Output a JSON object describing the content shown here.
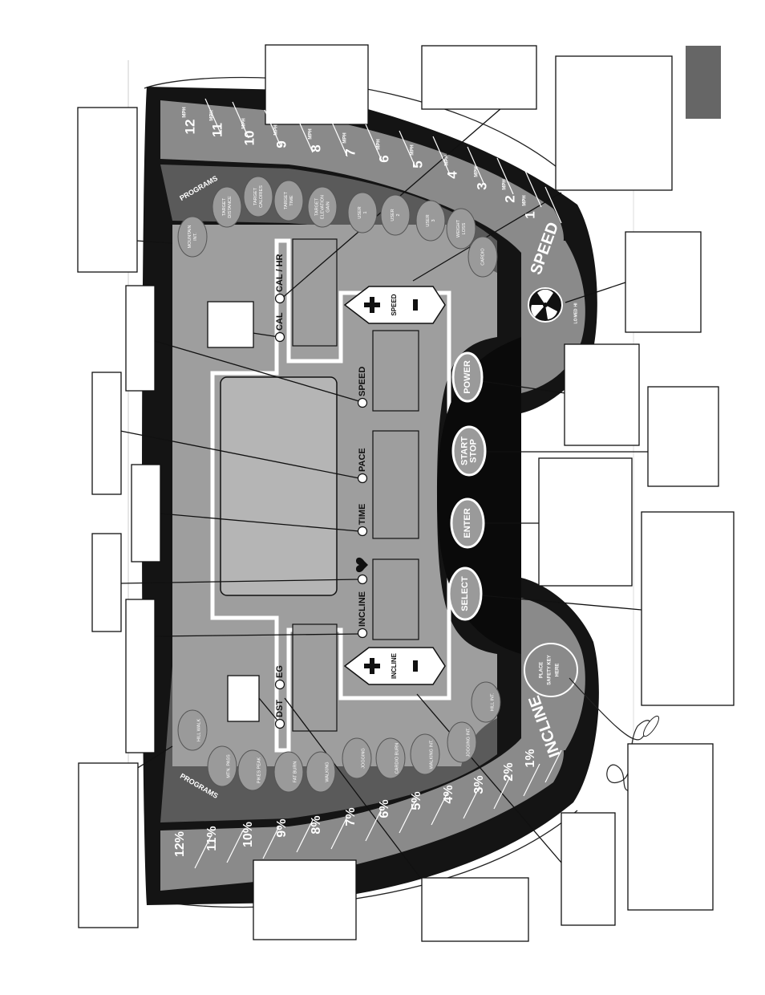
{
  "programs_label": "PROGRAMS",
  "speed_zone_label": "SPEED",
  "incline_zone_label": "INCLINE",
  "speed_scale": [
    "12",
    "11",
    "10",
    "9",
    "8",
    "7",
    "6",
    "5",
    "4",
    "3",
    "2",
    "1"
  ],
  "speed_unit": "MPH",
  "incline_scale": [
    "12%",
    "11%",
    "10%",
    "9%",
    "8%",
    "7%",
    "6%",
    "5%",
    "4%",
    "3%",
    "2%",
    "1%"
  ],
  "top_programs": [
    "MOUNTAIN INT.",
    "TARGET DISTANCE",
    "TARGET CALORIES",
    "TARGET TIME",
    "TARGET ELEVATION GAIN",
    "USER 1",
    "USER 2",
    "USER 3",
    "WEIGHT LOSS",
    "CARDIO"
  ],
  "bottom_programs": [
    "HILL WALK",
    "MTN. PASS",
    "PIKES PEAK",
    "FAT BURN",
    "WALKING",
    "JOGGING",
    "CARDIO BURN",
    "WALKING INT.",
    "JOGGING INT.",
    "HILL INT."
  ],
  "indicators_top": {
    "cal": "CAL",
    "cal_hr": "CAL / HR"
  },
  "indicators_bottom": {
    "dst": "DST",
    "eg": "EG"
  },
  "indicators_mid": {
    "speed": "SPEED",
    "pace": "PACE",
    "time": "TIME",
    "incline": "INCLINE"
  },
  "buttons": {
    "power": "POWER",
    "start": "START",
    "stop": "STOP",
    "enter": "ENTER",
    "select": "SELECT"
  },
  "speed_label": "SPEED",
  "incline_label": "INCLINE",
  "safety_key": [
    "PLACE",
    "SAFETY KEY",
    "HERE"
  ],
  "fan_levels": [
    "LO",
    "MED",
    "HI"
  ]
}
